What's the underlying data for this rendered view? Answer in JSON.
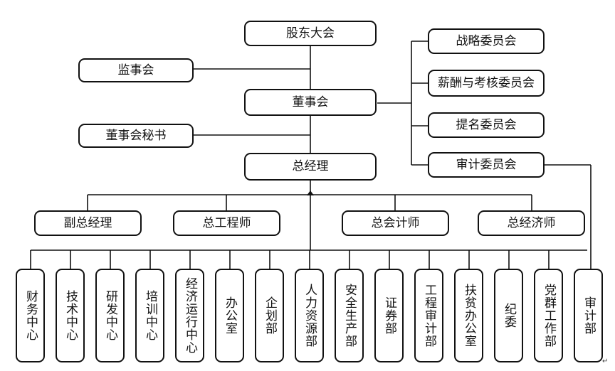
{
  "shareholders": "股东大会",
  "supervisory": "监事会",
  "board": "董事会",
  "board_secretary": "董事会秘书",
  "general_manager": "总经理",
  "committees": [
    "战略委员会",
    "薪酬与考核委员会",
    "提名委员会",
    "审计委员会"
  ],
  "deputies": [
    "副总经理",
    "总工程师",
    "总会计师",
    "总经济师"
  ],
  "departments": [
    "财务中心",
    "技术中心",
    "研发中心",
    "培训中心",
    "经济运行中心",
    "办公室",
    "企划部",
    "人力资源部",
    "安全生产部",
    "证券部",
    "工程审计部",
    "扶贫办公室",
    "纪委",
    "党群工作部",
    "审计部"
  ],
  "paragraph_mark": "↵"
}
